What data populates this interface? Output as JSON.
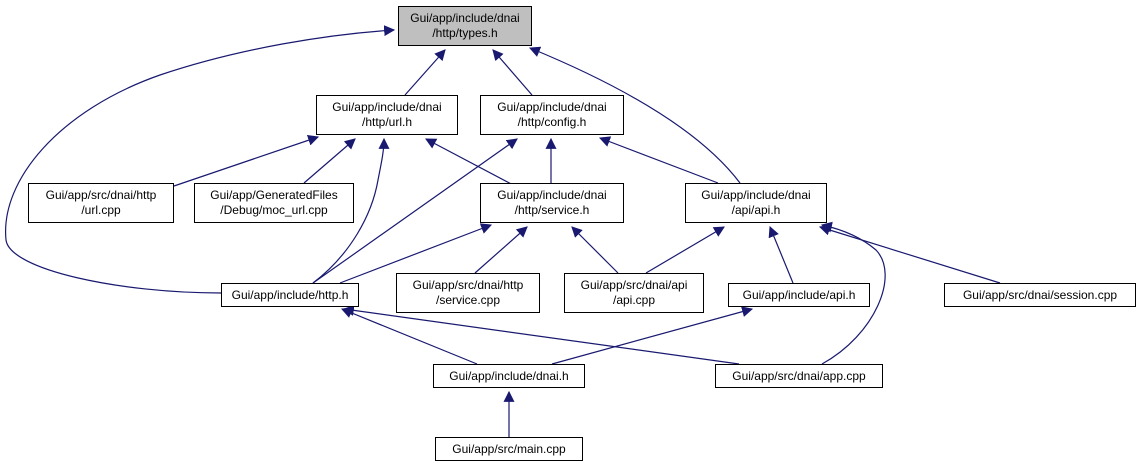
{
  "graph": {
    "colors": {
      "edge": "#191970",
      "node_border": "#000000",
      "root_fill": "#bfbfbf",
      "node_fill": "#ffffff"
    },
    "nodes": [
      {
        "id": "types_h",
        "lines": [
          "Gui/app/include/dnai",
          "/http/types.h"
        ],
        "root": true
      },
      {
        "id": "url_h",
        "lines": [
          "Gui/app/include/dnai",
          "/http/url.h"
        ]
      },
      {
        "id": "config_h",
        "lines": [
          "Gui/app/include/dnai",
          "/http/config.h"
        ]
      },
      {
        "id": "url_cpp",
        "lines": [
          "Gui/app/src/dnai/http",
          "/url.cpp"
        ]
      },
      {
        "id": "moc_url_cpp",
        "lines": [
          "Gui/app/GeneratedFiles",
          "/Debug/moc_url.cpp"
        ]
      },
      {
        "id": "service_h",
        "lines": [
          "Gui/app/include/dnai",
          "/http/service.h"
        ]
      },
      {
        "id": "api_h",
        "lines": [
          "Gui/app/include/dnai",
          "/api/api.h"
        ]
      },
      {
        "id": "http_h",
        "lines": [
          "Gui/app/include/http.h"
        ]
      },
      {
        "id": "service_cpp",
        "lines": [
          "Gui/app/src/dnai/http",
          "/service.cpp"
        ]
      },
      {
        "id": "api_cpp",
        "lines": [
          "Gui/app/src/dnai/api",
          "/api.cpp"
        ]
      },
      {
        "id": "include_api_h",
        "lines": [
          "Gui/app/include/api.h"
        ]
      },
      {
        "id": "session_cpp",
        "lines": [
          "Gui/app/src/dnai/session.cpp"
        ]
      },
      {
        "id": "dnai_h",
        "lines": [
          "Gui/app/include/dnai.h"
        ]
      },
      {
        "id": "app_cpp",
        "lines": [
          "Gui/app/src/dnai/app.cpp"
        ]
      },
      {
        "id": "main_cpp",
        "lines": [
          "Gui/app/src/main.cpp"
        ]
      }
    ],
    "edges": [
      {
        "from": "url_h",
        "to": "types_h"
      },
      {
        "from": "config_h",
        "to": "types_h"
      },
      {
        "from": "api_h",
        "to": "types_h"
      },
      {
        "from": "http_h",
        "to": "types_h"
      },
      {
        "from": "url_cpp",
        "to": "url_h"
      },
      {
        "from": "moc_url_cpp",
        "to": "url_h"
      },
      {
        "from": "http_h",
        "to": "url_h"
      },
      {
        "from": "service_h",
        "to": "url_h"
      },
      {
        "from": "service_h",
        "to": "config_h"
      },
      {
        "from": "api_h",
        "to": "config_h"
      },
      {
        "from": "http_h",
        "to": "config_h"
      },
      {
        "from": "http_h",
        "to": "service_h"
      },
      {
        "from": "service_cpp",
        "to": "service_h"
      },
      {
        "from": "api_cpp",
        "to": "service_h"
      },
      {
        "from": "api_cpp",
        "to": "api_h"
      },
      {
        "from": "include_api_h",
        "to": "api_h"
      },
      {
        "from": "session_cpp",
        "to": "api_h"
      },
      {
        "from": "app_cpp",
        "to": "api_h"
      },
      {
        "from": "dnai_h",
        "to": "http_h"
      },
      {
        "from": "app_cpp",
        "to": "http_h"
      },
      {
        "from": "dnai_h",
        "to": "include_api_h"
      },
      {
        "from": "main_cpp",
        "to": "dnai_h"
      }
    ]
  }
}
